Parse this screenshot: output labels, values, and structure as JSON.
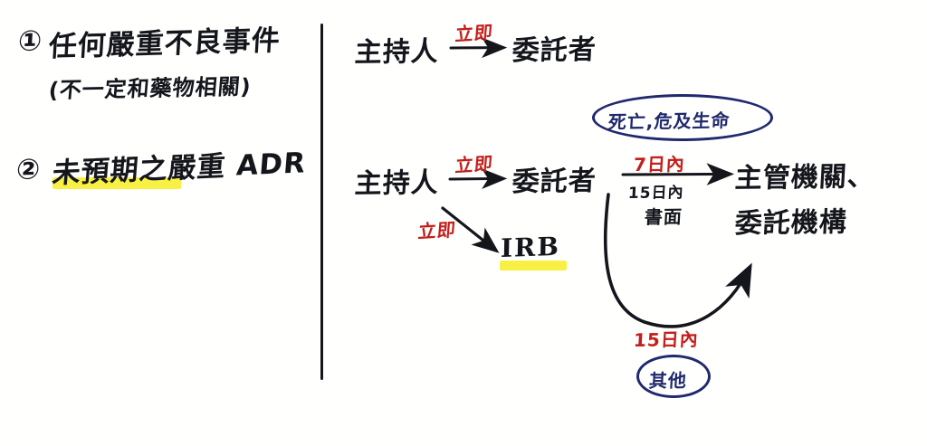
{
  "document": {
    "kind": "handwritten-flow-diagram",
    "background_color": "#ffffff",
    "ink_colors": {
      "black": "#14161c",
      "red": "#c2201c",
      "navy": "#20296d",
      "highlighter_yellow": "#f7ef2a"
    }
  },
  "left_panel": {
    "items": [
      {
        "marker": "①",
        "text": "任何嚴重不良事件",
        "note": "(不一定和藥物相關)",
        "highlighted": false
      },
      {
        "marker": "②",
        "text": "未預期之嚴重 ADR",
        "note": "",
        "highlighted": true
      }
    ]
  },
  "divider": {
    "orientation": "vertical",
    "label": "panel-divider"
  },
  "flow_top": {
    "source": "主持人",
    "arrow_label": "立即",
    "target": "委託者"
  },
  "flow_bottom": {
    "source": "主持人",
    "arrow_label": "立即",
    "target": "委託者",
    "branch_irb": {
      "arrow_label": "立即",
      "target": "IRB",
      "highlighted": true
    },
    "arrow_to_authority": {
      "label_above": "7日內",
      "label_below_1": "15日內",
      "label_below_2": "書面"
    },
    "authority": {
      "line1": "主管機關、",
      "line2": "委託機構"
    },
    "condition_top": "死亡,危及生命",
    "curved_arrow": {
      "label": "15日內",
      "condition": "其他"
    }
  }
}
